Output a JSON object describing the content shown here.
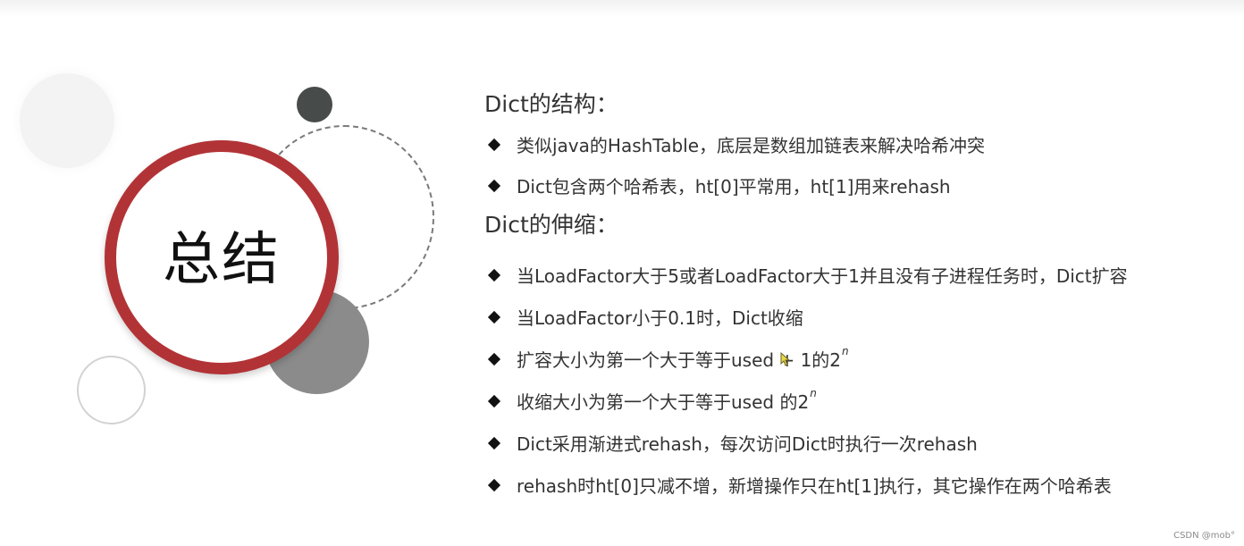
{
  "badge": {
    "label": "总结"
  },
  "section1": {
    "title": "Dict的结构：",
    "items": [
      "类似java的HashTable，底层是数组加链表来解决哈希冲突",
      "Dict包含两个哈希表，ht[0]平常用，ht[1]用来rehash"
    ]
  },
  "section2": {
    "title": "Dict的伸缩：",
    "items": [
      "当LoadFactor大于5或者LoadFactor大于1并且没有子进程任务时，Dict扩容",
      "当LoadFactor小于0.1时，Dict收缩",
      "扩容大小为第一个大于等于used + 1的2",
      "收缩大小为第一个大于等于used 的2",
      "Dict采用渐进式rehash，每次访问Dict时执行一次rehash",
      "rehash时ht[0]只减不增，新增操作只在ht[1]执行，其它操作在两个哈希表"
    ],
    "exponent": "n"
  },
  "watermark": "CSDN @mob°",
  "icons": {
    "bullet": "diamond-bullet-icon",
    "cursor": "mouse-pointer-icon"
  },
  "colors": {
    "ring_red": "#b23336",
    "circle_dark": "#474c4b",
    "circle_gray": "#8b8b8b",
    "text": "#333333",
    "cursor_yellow": "#e8d84a"
  }
}
